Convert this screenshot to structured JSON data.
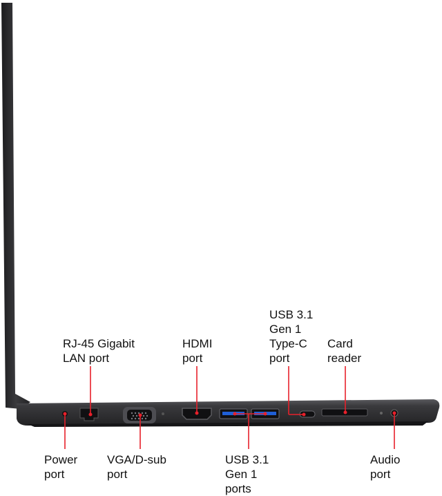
{
  "labels": {
    "rj45": "RJ-45 Gigabit\nLAN port",
    "hdmi": "HDMI\nport",
    "usbc": "USB 3.1\nGen 1\nType-C\nport",
    "card_reader": "Card\nreader",
    "power": "Power\nport",
    "vga": "VGA/D-sub\nport",
    "usb_a": "USB 3.1\nGen 1\nports",
    "audio": "Audio\nport"
  },
  "colors": {
    "callout": "#e8202a",
    "chassis": "#2b2b2d",
    "chassis_edge": "#4a4a4d",
    "port_dark": "#101012",
    "usb_blue": "#1f5fd6",
    "label_text": "#111111"
  }
}
